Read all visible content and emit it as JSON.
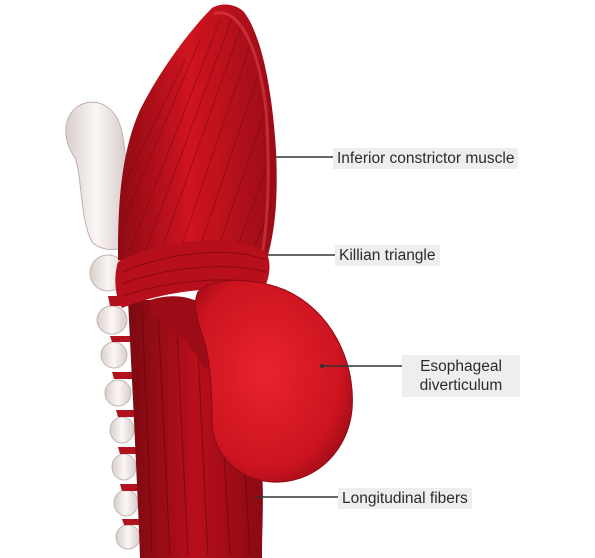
{
  "labels": {
    "inferior_constrictor": "Inferior constrictor muscle",
    "killian_triangle": "Killian triangle",
    "esophageal_line1": "Esophageal",
    "esophageal_line2": "diverticulum",
    "longitudinal_fibers": "Longitudinal fibers"
  },
  "colors": {
    "muscle": "#c8101e",
    "muscle_dark": "#8e0a14",
    "muscle_light": "#e2323c",
    "cartilage": "#f3ece9",
    "cartilage_shadow": "#c9bcb8",
    "leader": "#333333",
    "label_bg": "#eeeeee"
  }
}
